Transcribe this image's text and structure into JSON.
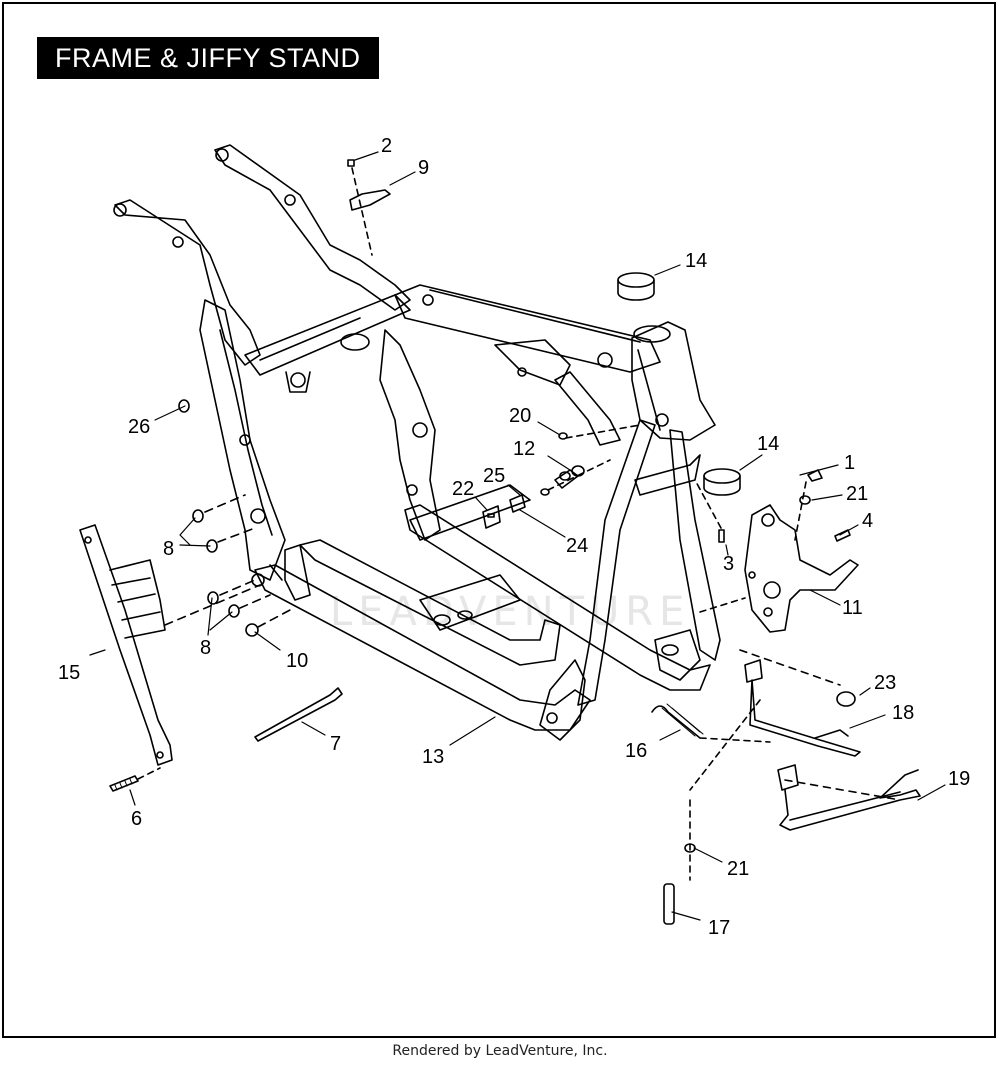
{
  "title": "FRAME & JIFFY STAND",
  "watermark": "LEADVENTURE",
  "footer": "Rendered by LeadVenture, Inc.",
  "callouts": [
    "1",
    "2",
    "3",
    "4",
    "6",
    "7",
    "8",
    "8",
    "9",
    "10",
    "11",
    "12",
    "13",
    "14",
    "14",
    "15",
    "16",
    "17",
    "18",
    "19",
    "20",
    "21",
    "21",
    "22",
    "23",
    "24",
    "25",
    "26"
  ],
  "colors": {
    "line": "#000000",
    "background": "#ffffff",
    "title_bg": "#000000",
    "title_text": "#ffffff"
  }
}
